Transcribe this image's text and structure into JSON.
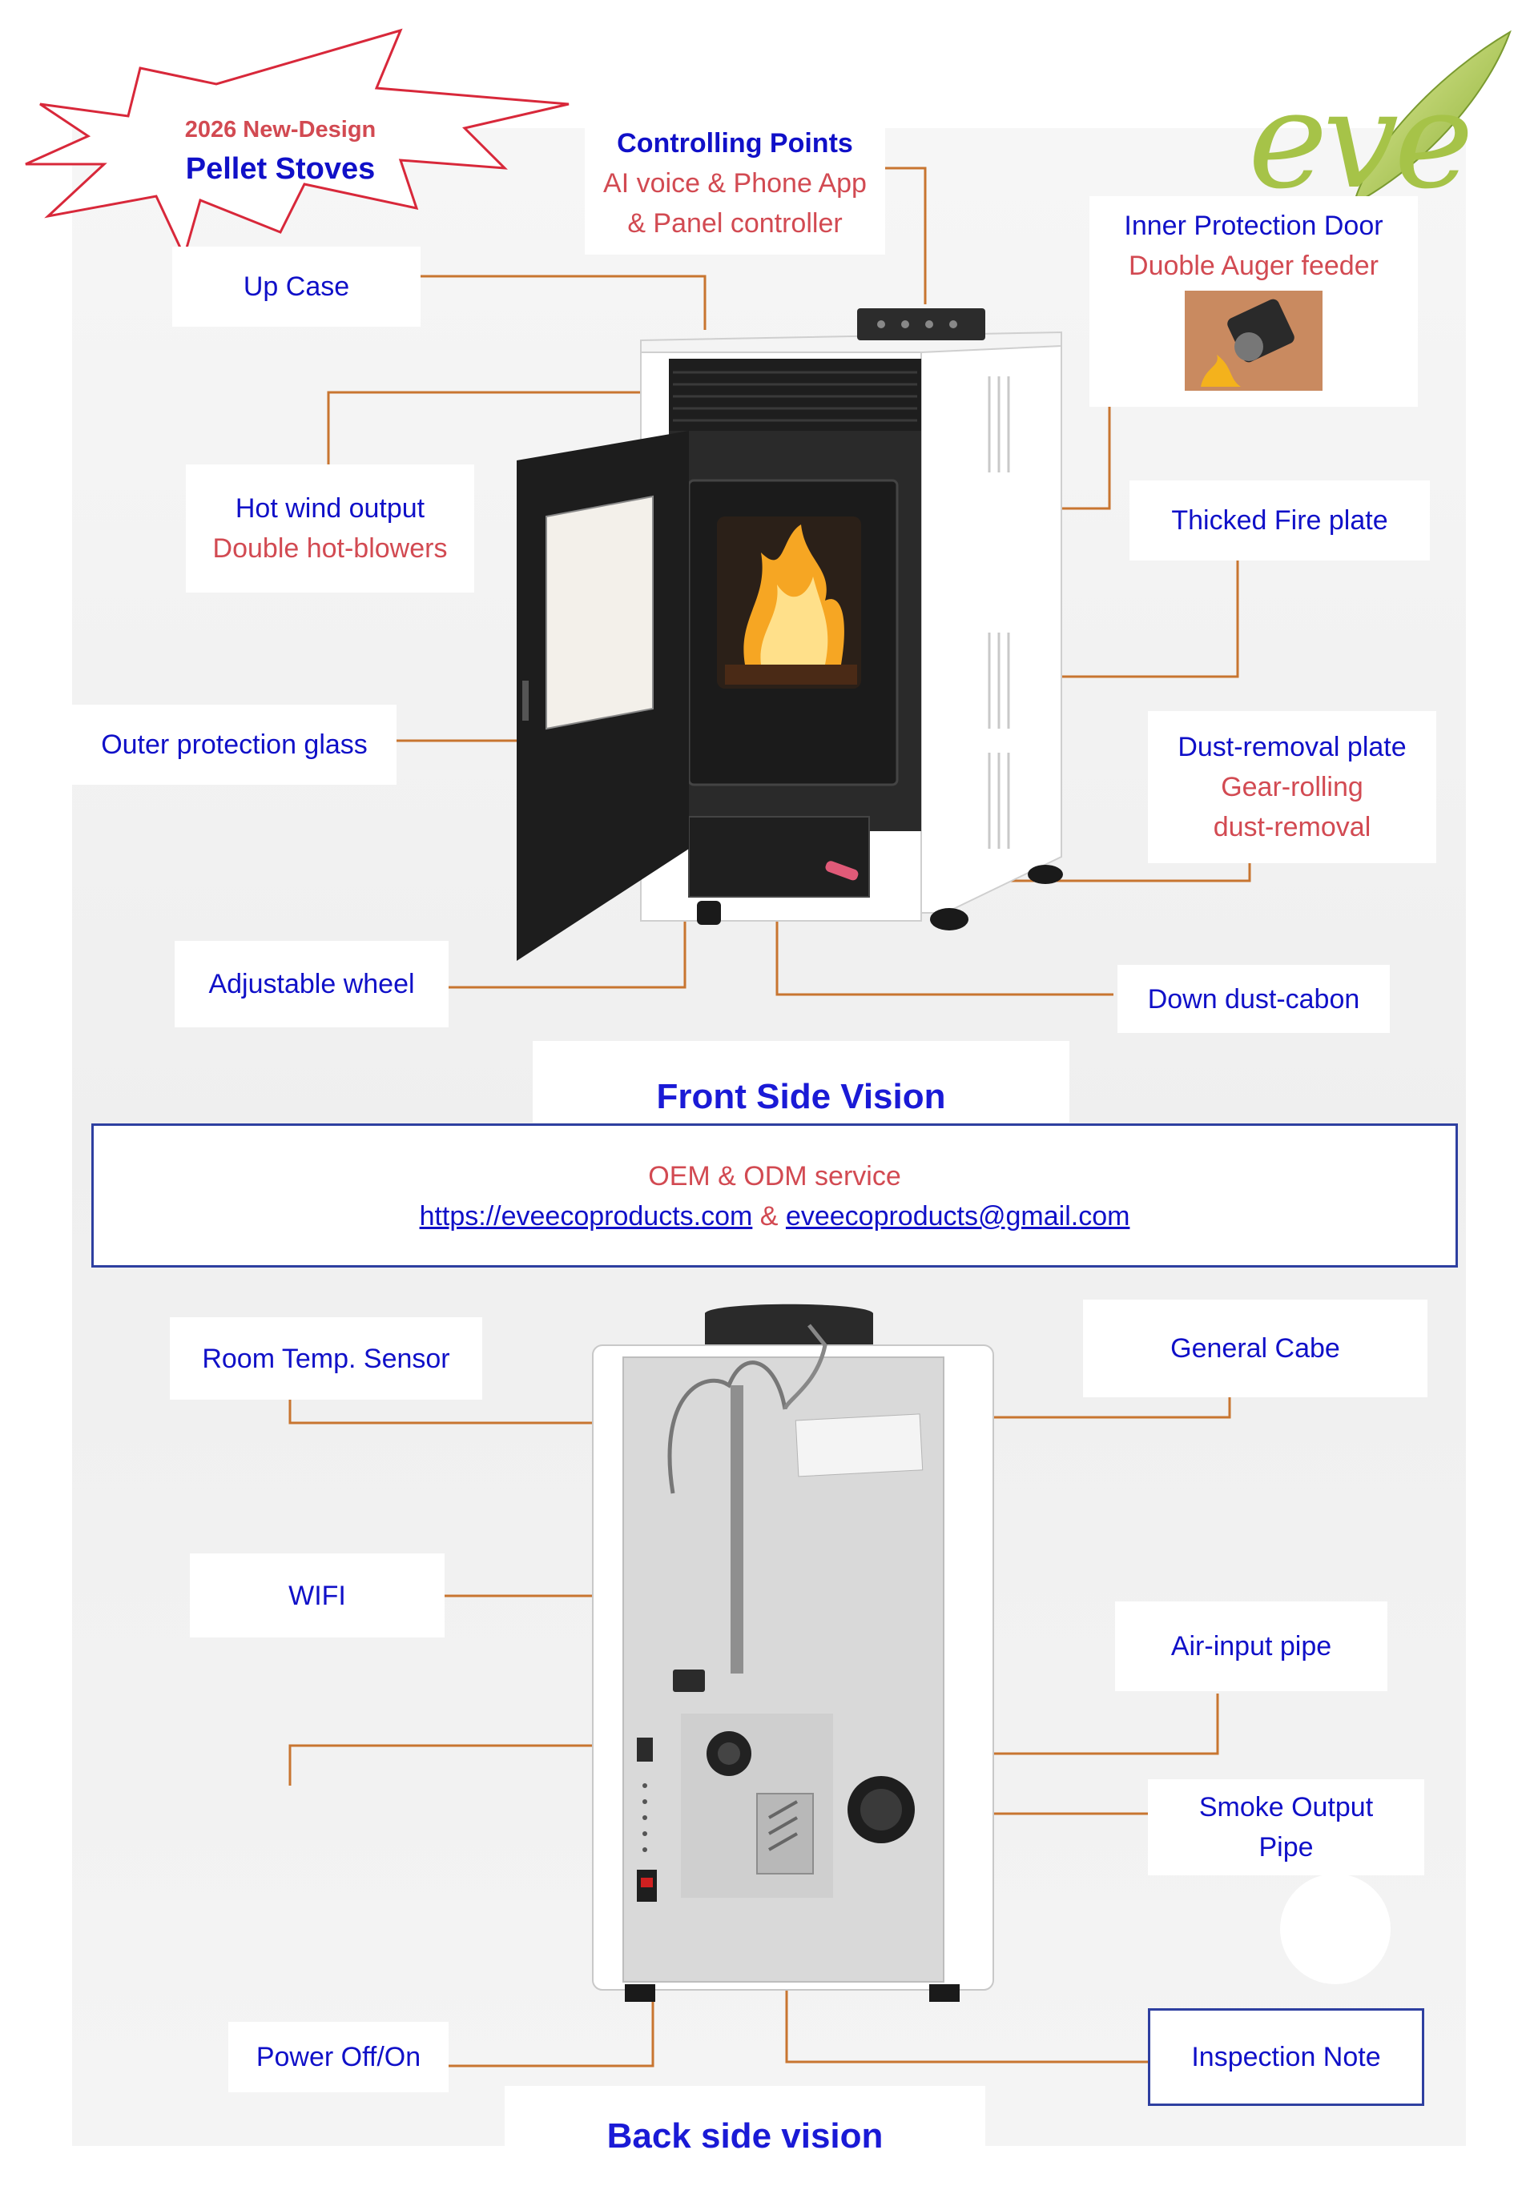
{
  "badge": {
    "line1": "2026 New-Design",
    "line2": "Pellet Stoves"
  },
  "logo": {
    "text": "eve"
  },
  "front": {
    "labels": {
      "controlling_title": "Controlling Points",
      "controlling_line1": "AI voice & Phone App",
      "controlling_line2": "& Panel controller",
      "up_case": "Up Case",
      "inner_door": "Inner Protection Door",
      "auger_feeder": "Duoble Auger feeder",
      "hot_wind": "Hot wind output",
      "hot_blowers": "Double hot-blowers",
      "fire_plate": "Thicked Fire plate",
      "outer_glass": "Outer protection glass",
      "dust_plate": "Dust-removal plate",
      "gear_rolling": "Gear-rolling",
      "dust_removal": "dust-removal",
      "adjustable_wheel": "Adjustable wheel",
      "down_dust": "Down dust-cabon"
    },
    "section_title": "Front Side Vision"
  },
  "service": {
    "line1": "OEM & ODM service",
    "website": "https://eveecoproducts.com",
    "ampersand": "&",
    "email": "eveecoproducts@gmail.com"
  },
  "back": {
    "labels": {
      "room_temp": "Room Temp. Sensor",
      "general_cabe": "General Cabe",
      "wifi": "WIFI",
      "air_input": "Air-input pipe",
      "smoke_output_1": "Smoke Output",
      "smoke_output_2": "Pipe",
      "power": "Power Off/On",
      "inspection": "Inspection Note"
    },
    "section_title": "Back side vision"
  },
  "colors": {
    "leader": "#c87530",
    "label_blue": "#1010c8",
    "label_red": "#d24a52",
    "title_blue": "#1a1ad6",
    "badge_outline": "#d8283a"
  }
}
